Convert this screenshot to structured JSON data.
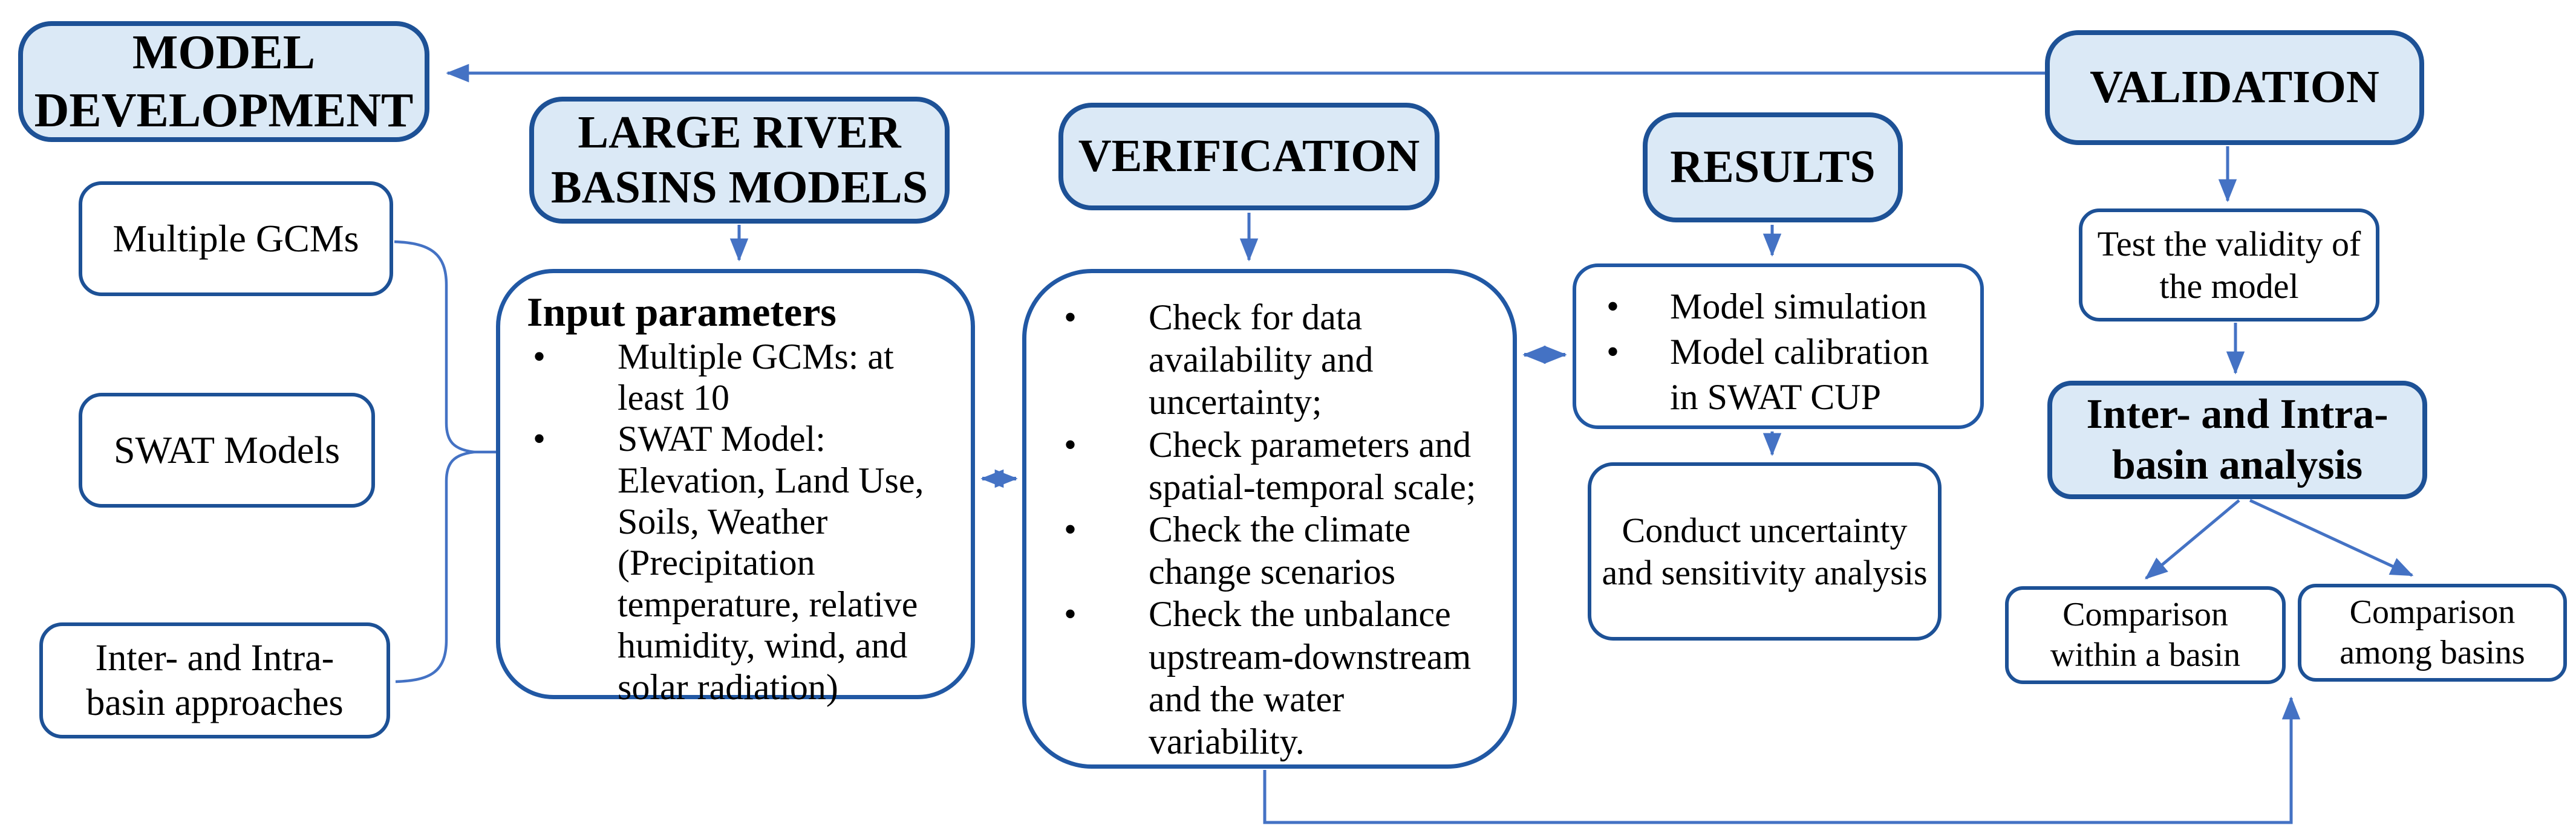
{
  "diagram": {
    "bullet_char": "•",
    "colors": {
      "header_fill": "#dbe9f6",
      "box_border": "#1d5196",
      "connector": "#4472c4",
      "text": "#000000",
      "background": "#ffffff"
    },
    "headers": {
      "model_development": {
        "lines": [
          "MODEL",
          "DEVELOPMENT"
        ]
      },
      "large_river": {
        "lines": [
          "LARGE RIVER",
          "BASINS MODELS"
        ]
      },
      "verification": {
        "label": "VERIFICATION"
      },
      "results": {
        "label": "RESULTS"
      },
      "validation": {
        "label": "VALIDATION"
      },
      "inter_intra_analysis": {
        "lines": [
          "Inter- and Intra-",
          "basin  analysis"
        ]
      }
    },
    "left_column": {
      "multiple_gcms": "Multiple GCMs",
      "swat_models": "SWAT Models",
      "inter_intra_approaches": "Inter- and Intra-basin approaches"
    },
    "input_parameters": {
      "title": "Input parameters",
      "bullets": [
        "Multiple GCMs: at least 10",
        "SWAT Model: Elevation, Land Use, Soils, Weather (Precipitation temperature, relative humidity, wind, and solar radiation)"
      ]
    },
    "verification_box": {
      "bullets": [
        "Check for data availability and uncertainty;",
        "Check parameters and spatial-temporal scale;",
        "Check the climate change scenarios",
        "Check the unbalance upstream-downstream and the water variability."
      ]
    },
    "results_box": {
      "bullets": [
        "Model simulation",
        "Model calibration in SWAT CUP"
      ]
    },
    "conduct_box": {
      "text": "Conduct uncertainty and sensitivity analysis"
    },
    "test_validity_box": {
      "text": "Test the validity of the model"
    },
    "comparison_within_box": {
      "text": "Comparison within a basin"
    },
    "comparison_among_box": {
      "text": "Comparison among basins"
    }
  }
}
